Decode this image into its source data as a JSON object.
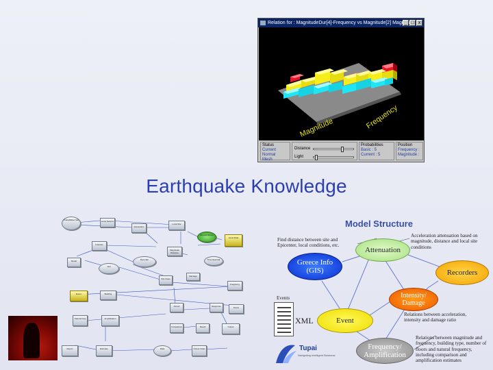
{
  "window": {
    "title": "Relation for : MagnitudeDur[4]-Frequency vs Magnitude[2] Magnitude",
    "minimize": "_",
    "maximize": "□",
    "close": "x",
    "axis_magnitude": "Magnitude",
    "axis_frequency": "Frequency",
    "status": {
      "label": "Status",
      "current_label": "Current",
      "current_value": "Normal",
      "mode": "Mesh"
    },
    "sliders": {
      "distance": "Distance",
      "light": "Light"
    },
    "probabilities": {
      "label": "Probabilities",
      "basic": "Basic : 5",
      "current": "Current : 5"
    },
    "position": {
      "label": "Position",
      "frequency": "Frequency :",
      "magnitude": "Magnitude :"
    },
    "colors": {
      "bar_red": "#e8162a",
      "bar_yellow": "#f5ee1a",
      "bar_cyan": "#1ee6f5",
      "surface": "#8a8a8a"
    }
  },
  "slide_title": "Earthquake Knowledge",
  "model": {
    "title": "Model Structure",
    "nodes": {
      "attenuation": "Attenuation",
      "greece_info_line1": "Greece Info",
      "greece_info_line2": "(GIS)",
      "recorders": "Recorders",
      "intensity_line1": "Intensity/",
      "intensity_line2": "Damage",
      "event": "Event",
      "frequency_line1": "Frequency/",
      "frequency_line2": "Amplification"
    },
    "notes": {
      "find_distance": "Find distance between site and Epicenter, local conditions, etc.",
      "acceleration": "Acceleration attenuation based on magnitude, distance and local site conditions",
      "relations_accel": "Relations between acceleration, intensity and damage ratio",
      "relations_magnitude": "Relations between magnitude and frequency, building type, number of floors and natural frequency, including comparison and amplification estimates"
    },
    "events_label": "Events",
    "xml_label": "XML",
    "logo_name": "Tupai",
    "logo_tagline": "Navigating Intelligent Business"
  },
  "diagram": {
    "nodes": [
      "Probabilities Site",
      "Level Seismic",
      "Attenuation",
      "Local Site",
      "Intensity",
      "Magnitude Distance",
      "Time Spectral",
      "Model",
      "Ground Motion",
      "Accel Data",
      "Recorder",
      "Soil",
      "Site Class",
      "Damage",
      "Frequency",
      "Event",
      "Building",
      "Period",
      "Response",
      "Floors",
      "Natural Freq",
      "Amplification",
      "Comparison",
      "Result",
      "Output",
      "Report",
      "Estimate",
      "Data",
      "Output Class"
    ]
  }
}
